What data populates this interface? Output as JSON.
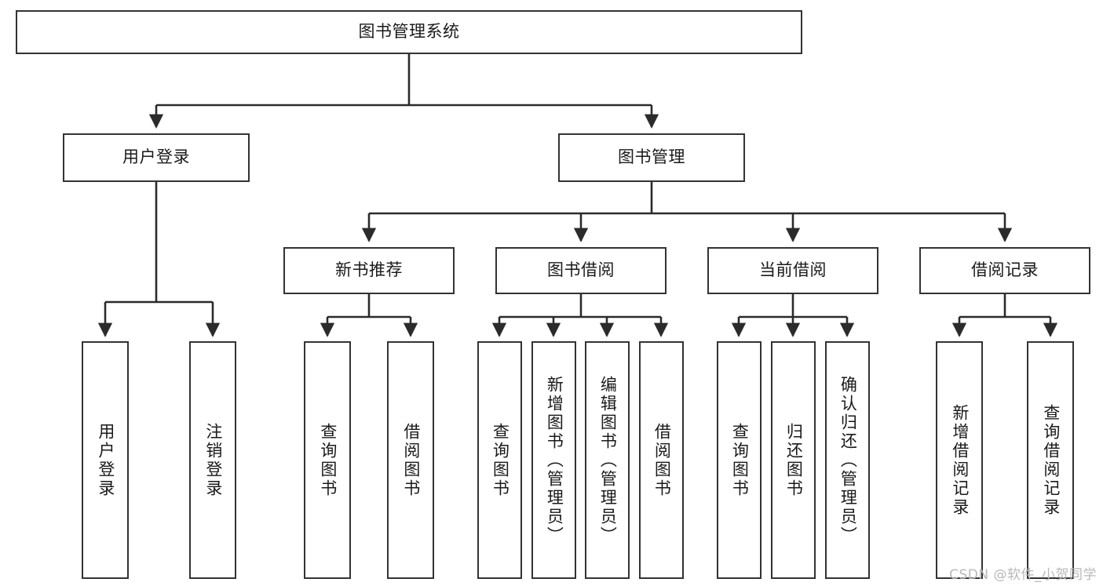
{
  "diagram": {
    "type": "tree",
    "title": "图书管理系统",
    "watermark": "CSDN @软件_小贺同学",
    "colors": {
      "box_border": "#333333",
      "box_fill": "#ffffff",
      "connector": "#2b2b2b",
      "text": "#1a1a1a",
      "watermark": "#b8b8b8",
      "background": "#ffffff"
    },
    "nodes": {
      "root": {
        "label": "图书管理系统"
      },
      "level2": [
        {
          "label": "用户登录"
        },
        {
          "label": "图书管理"
        }
      ],
      "level3": [
        {
          "label": "新书推荐"
        },
        {
          "label": "图书借阅"
        },
        {
          "label": "当前借阅"
        },
        {
          "label": "借阅记录"
        }
      ],
      "leaves": {
        "user_login": [
          {
            "label": "用户登录"
          },
          {
            "label": "注销登录"
          }
        ],
        "new_book": [
          {
            "label": "查询图书"
          },
          {
            "label": "借阅图书"
          }
        ],
        "book_borrow": [
          {
            "label": "查询图书"
          },
          {
            "label": "新增图书（管理员）"
          },
          {
            "label": "编辑图书（管理员）"
          },
          {
            "label": "借阅图书"
          }
        ],
        "current_borrow": [
          {
            "label": "查询图书"
          },
          {
            "label": "归还图书"
          },
          {
            "label": "确认归还（管理员）"
          }
        ],
        "borrow_record": [
          {
            "label": "新增借阅记录"
          },
          {
            "label": "查询借阅记录"
          }
        ]
      }
    }
  }
}
